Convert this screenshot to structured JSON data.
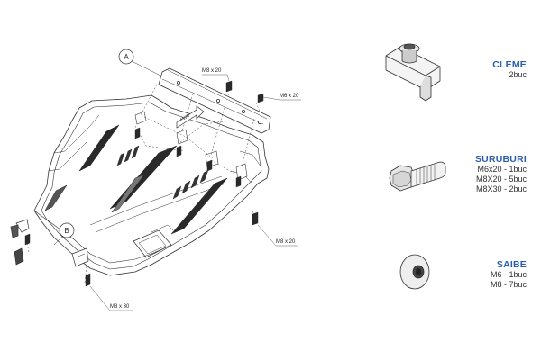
{
  "diagram": {
    "callouts": {
      "a": "A",
      "b": "B",
      "m8x20_top": "M8 x 20",
      "m6x20": "M6 x 20",
      "m8x20_right": "M8 x 20",
      "m8x30": "M8 x 30",
      "fwd": "FWD"
    }
  },
  "parts": {
    "cleme": {
      "title": "CLEME",
      "lines": [
        "2buc"
      ]
    },
    "suruburi": {
      "title": "SURUBURI",
      "lines": [
        "M6x20 - 1buc",
        "M8X20 - 5buc",
        "M8X30 - 2buc"
      ]
    },
    "saibe": {
      "title": "SAIBE",
      "lines": [
        "M6 - 1buc",
        "M8 - 7buc"
      ]
    }
  }
}
